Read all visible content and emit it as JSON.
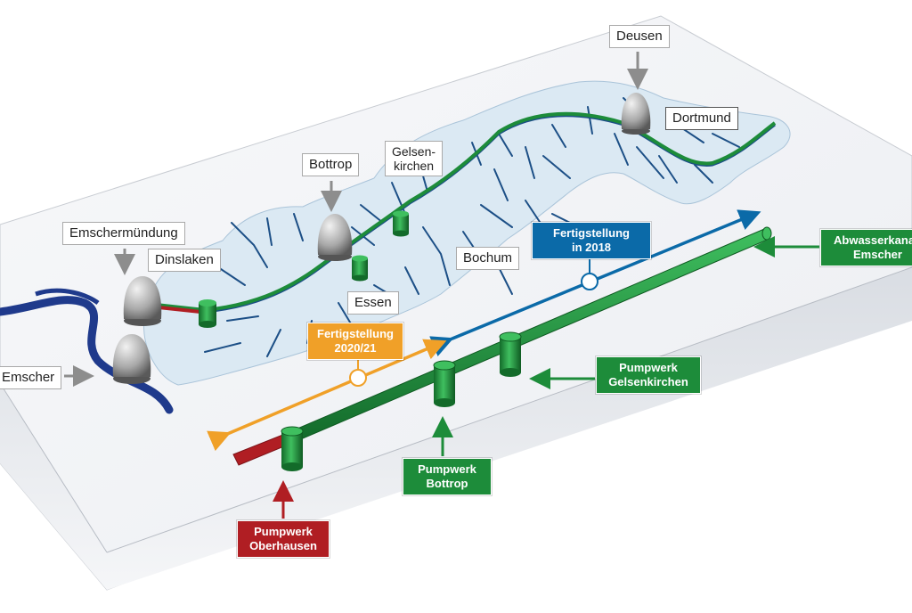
{
  "colors": {
    "river_blue": "#1f3a8c",
    "canal_green": "#1d8c3a",
    "stream_blue": "#1c4f86",
    "catchment_fill": "#dbe9f3",
    "completion_2018": "#0b6aa8",
    "completion_2020": "#f0a028",
    "pump_red": "#b01e23",
    "pump_green": "#1d8c3a"
  },
  "labels": {
    "deusen": "Deusen",
    "dortmund": "Dortmund",
    "bottrop": "Bottrop",
    "gelsenkirchen_line1": "Gelsen-",
    "gelsenkirchen_line2": "kirchen",
    "emschermuendung": "Emschermündung",
    "dinslaken": "Dinslaken",
    "bochum": "Bochum",
    "essen": "Essen",
    "emscher": "Emscher"
  },
  "completion": {
    "stage_2018_line1": "Fertigstellung",
    "stage_2018_line2": "in 2018",
    "stage_2020_line1": "Fertigstellung",
    "stage_2020_line2": "2020/21"
  },
  "canal": {
    "line1": "Abwasserkanal",
    "line2": "Emscher"
  },
  "pumps": {
    "gelsenkirchen_line1": "Pumpwerk",
    "gelsenkirchen_line2": "Gelsenkirchen",
    "bottrop_line1": "Pumpwerk",
    "bottrop_line2": "Bottrop",
    "oberhausen_line1": "Pumpwerk",
    "oberhausen_line2": "Oberhausen"
  }
}
